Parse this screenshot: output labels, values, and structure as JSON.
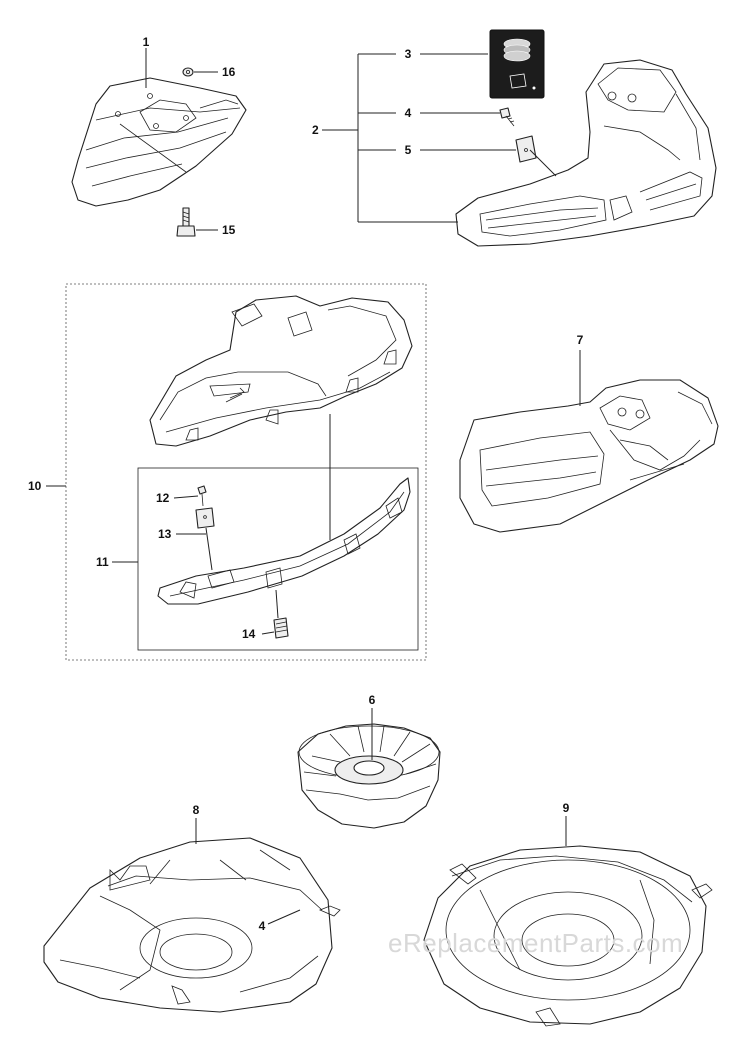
{
  "callouts": {
    "c1": "1",
    "c2": "2",
    "c3": "3",
    "c4": "4",
    "c5": "5",
    "c6": "6",
    "c7": "7",
    "c8": "8",
    "c9": "9",
    "c10": "10",
    "c11": "11",
    "c12": "12",
    "c13": "13",
    "c14": "14",
    "c15": "15",
    "c16": "16",
    "c4b": "4"
  },
  "watermark": "eReplacementParts.com"
}
